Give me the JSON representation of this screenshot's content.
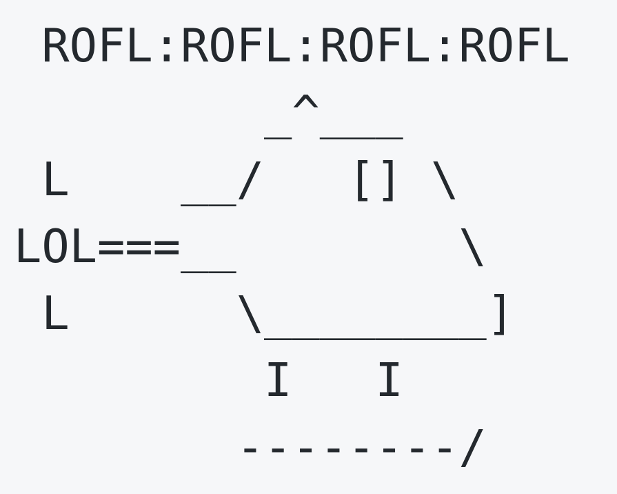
{
  "art": {
    "lines": [
      " ROFL:ROFL:ROFL:ROFL",
      "         _^___",
      " L    __/   [] \\",
      "LOL===__        \\",
      " L      \\________]",
      "         I   I",
      "        --------/"
    ]
  }
}
